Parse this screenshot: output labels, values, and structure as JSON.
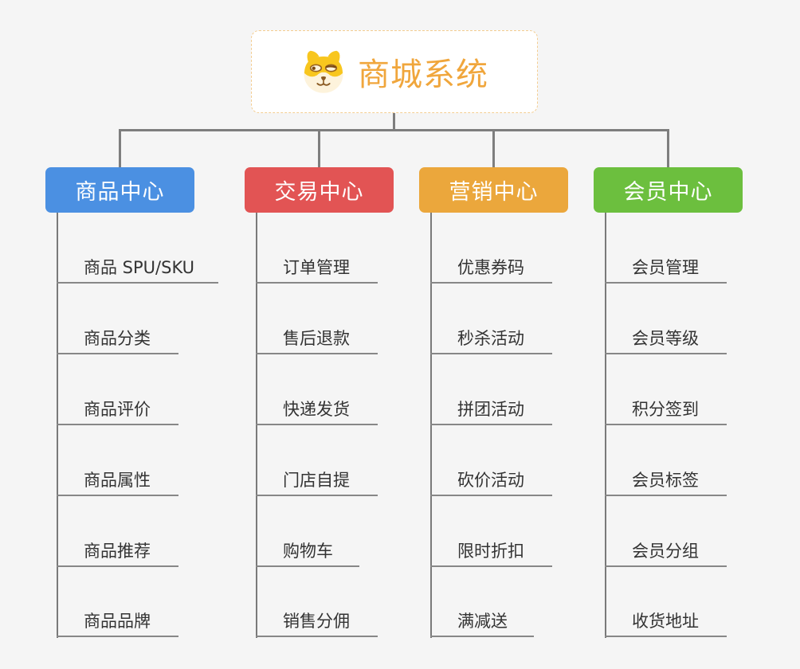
{
  "root": {
    "title": "商城系统",
    "icon": "shiba-dog-icon",
    "accent_color": "#f0a63c",
    "border_color": "#f3cd92"
  },
  "branches": [
    {
      "label": "商品中心",
      "color": "#4b90e2",
      "items": [
        "商品 SPU/SKU",
        "商品分类",
        "商品评价",
        "商品属性",
        "商品推荐",
        "商品品牌"
      ]
    },
    {
      "label": "交易中心",
      "color": "#e25454",
      "items": [
        "订单管理",
        "售后退款",
        "快递发货",
        "门店自提",
        "购物车",
        "销售分佣"
      ]
    },
    {
      "label": "营销中心",
      "color": "#eba73c",
      "items": [
        "优惠券码",
        "秒杀活动",
        "拼团活动",
        "砍价活动",
        "限时折扣",
        "满减送"
      ]
    },
    {
      "label": "会员中心",
      "color": "#6cbf3e",
      "items": [
        "会员管理",
        "会员等级",
        "积分签到",
        "会员标签",
        "会员分组",
        "收货地址"
      ]
    }
  ],
  "colors": {
    "background": "#f5f5f5",
    "connector_gray": "#7e7e7e",
    "underline_gray": "#878787",
    "item_text": "#333333",
    "header_text": "#ffffff"
  }
}
